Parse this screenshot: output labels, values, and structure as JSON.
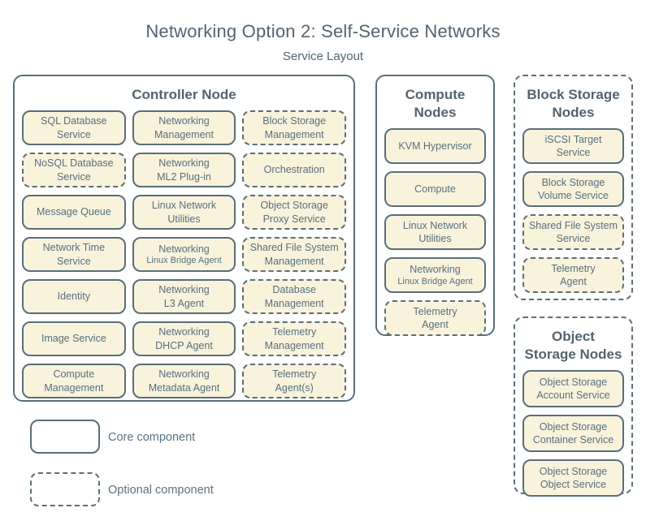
{
  "title": "Networking Option 2: Self-Service Networks",
  "subtitle": "Service Layout",
  "colors": {
    "background": "#ffffff",
    "box_fill": "#faf3dc",
    "border": "#5a6e79",
    "text": "#56707e",
    "heading": "#52646f"
  },
  "groups": {
    "controller": {
      "title": "Controller Node",
      "border": "solid",
      "items": [
        {
          "label": "SQL Database\nService",
          "type": "core"
        },
        {
          "label": "Networking\nManagement",
          "type": "core"
        },
        {
          "label": "Block Storage\nManagement",
          "type": "optional"
        },
        {
          "label": "NoSQL Database\nService",
          "type": "optional"
        },
        {
          "label": "Networking\nML2 Plug-in",
          "type": "core"
        },
        {
          "label": "Orchestration",
          "type": "optional"
        },
        {
          "label": "Message Queue",
          "type": "core"
        },
        {
          "label": "Linux Network\nUtilities",
          "type": "core"
        },
        {
          "label": "Object Storage\nProxy Service",
          "type": "optional"
        },
        {
          "label": "Network Time\nService",
          "type": "core"
        },
        {
          "label": "Networking",
          "sublabel": "Linux Bridge Agent",
          "type": "core"
        },
        {
          "label": "Shared File System\nManagement",
          "type": "optional"
        },
        {
          "label": "Identity",
          "type": "core"
        },
        {
          "label": "Networking\nL3 Agent",
          "type": "core"
        },
        {
          "label": "Database\nManagement",
          "type": "optional"
        },
        {
          "label": "Image Service",
          "type": "core"
        },
        {
          "label": "Networking\nDHCP Agent",
          "type": "core"
        },
        {
          "label": "Telemetry\nManagement",
          "type": "optional"
        },
        {
          "label": "Compute\nManagement",
          "type": "core"
        },
        {
          "label": "Networking\nMetadata Agent",
          "type": "core"
        },
        {
          "label": "Telemetry\nAgent(s)",
          "type": "optional"
        }
      ]
    },
    "compute": {
      "title": "Compute\nNodes",
      "border": "solid",
      "items": [
        {
          "label": "KVM Hypervisor",
          "type": "core"
        },
        {
          "label": "Compute",
          "type": "core"
        },
        {
          "label": "Linux Network\nUtilities",
          "type": "core"
        },
        {
          "label": "Networking",
          "sublabel": "Linux Bridge Agent",
          "type": "core"
        },
        {
          "label": "Telemetry\nAgent",
          "type": "optional"
        }
      ]
    },
    "block_storage": {
      "title": "Block Storage\nNodes",
      "border": "dashed",
      "items": [
        {
          "label": "iSCSI Target\nService",
          "type": "core"
        },
        {
          "label": "Block Storage\nVolume Service",
          "type": "core"
        },
        {
          "label": "Shared File System\nService",
          "type": "optional"
        },
        {
          "label": "Telemetry\nAgent",
          "type": "optional"
        }
      ]
    },
    "object_storage": {
      "title": "Object\nStorage Nodes",
      "border": "dashed",
      "items": [
        {
          "label": "Object Storage\nAccount Service",
          "type": "core"
        },
        {
          "label": "Object Storage\nContainer Service",
          "type": "core"
        },
        {
          "label": "Object Storage\nObject Service",
          "type": "core"
        }
      ]
    }
  },
  "legend": {
    "core_label": "Core component",
    "optional_label": "Optional component"
  }
}
